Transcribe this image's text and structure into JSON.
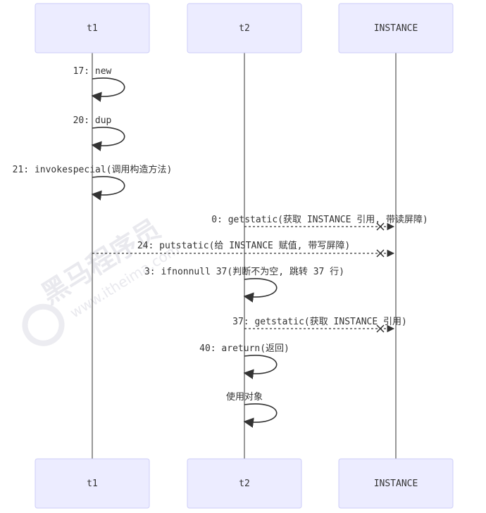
{
  "watermark": {
    "brand": "黑马程序员",
    "url": "www.itheima.com"
  },
  "actors": [
    {
      "id": "t1",
      "label": "t1"
    },
    {
      "id": "t2",
      "label": "t2"
    },
    {
      "id": "instance",
      "label": "INSTANCE"
    }
  ],
  "messages": [
    {
      "label": "17: new",
      "kind": "self",
      "actor": "t1"
    },
    {
      "label": "20: dup",
      "kind": "self",
      "actor": "t1"
    },
    {
      "label": "21: invokespecial(调用构造方法)",
      "kind": "self",
      "actor": "t1"
    },
    {
      "label": "0: getstatic(获取 INSTANCE 引用, 带读屏障)",
      "kind": "dotted-cross",
      "from": "t2",
      "to": "instance"
    },
    {
      "label": "24: putstatic(给 INSTANCE 赋值, 带写屏障)",
      "kind": "dotted-cross",
      "from": "t1",
      "to": "instance"
    },
    {
      "label": "3: ifnonnull 37(判断不为空, 跳转 37 行)",
      "kind": "self",
      "actor": "t2"
    },
    {
      "label": "37: getstatic(获取 INSTANCE 引用)",
      "kind": "dotted-cross",
      "from": "t2",
      "to": "instance"
    },
    {
      "label": "40: areturn(返回)",
      "kind": "self",
      "actor": "t2"
    },
    {
      "label": "使用对象",
      "kind": "self",
      "actor": "t2"
    }
  ]
}
